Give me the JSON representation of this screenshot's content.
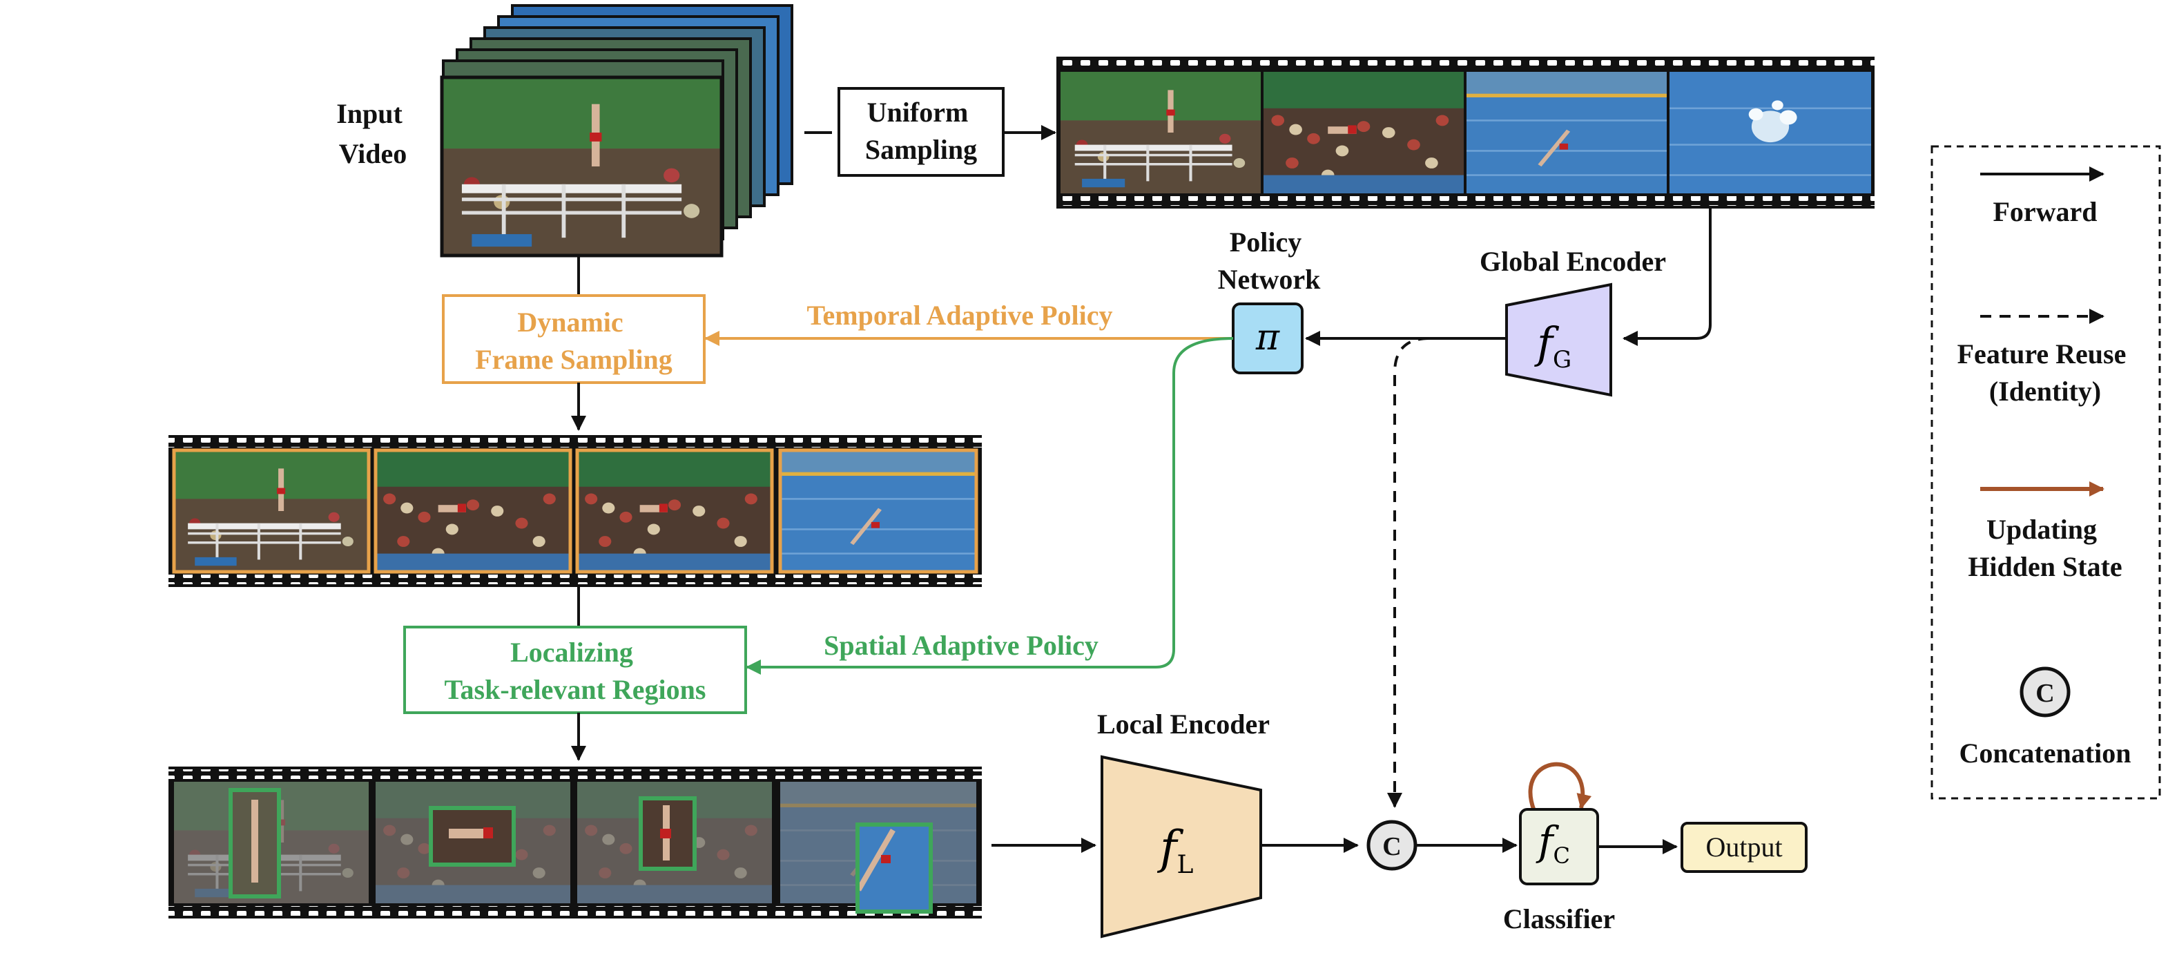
{
  "labels": {
    "input_video": [
      "Input",
      "Video"
    ],
    "uniform_sampling": [
      "Uniform",
      "Sampling"
    ],
    "policy_network": [
      "Policy",
      "Network"
    ],
    "global_encoder": "Global Encoder",
    "temporal_policy": "Temporal Adaptive Policy",
    "spatial_policy": "Spatial Adaptive Policy",
    "dynamic_frame_sampling": [
      "Dynamic",
      "Frame Sampling"
    ],
    "localizing": [
      "Localizing",
      "Task-relevant Regions"
    ],
    "local_encoder": "Local Encoder",
    "classifier": "Classifier",
    "output": "Output",
    "policy_symbol": "π",
    "concat_symbol": "C",
    "fg_main": "f",
    "fg_sub": "G",
    "fl_main": "f",
    "fl_sub": "L",
    "fc_main": "f",
    "fc_sub": "C"
  },
  "legend": {
    "forward": "Forward",
    "feature_reuse": [
      "Feature Reuse",
      "(Identity)"
    ],
    "hidden_state": [
      "Updating",
      "Hidden State"
    ],
    "concatenation": "Concatenation",
    "concat_symbol": "C"
  },
  "colors": {
    "temporal": "#E7A24A",
    "spatial": "#3FA65A",
    "hidden_state": "#A5532A",
    "policy_fill": "#A8DDF5",
    "global_encoder_fill": "#D8D4FA",
    "local_encoder_fill": "#F6DDB7",
    "classifier_fill": "#EEF1E4",
    "output_fill": "#FBF1C8",
    "concat_fill": "#E6E6E6"
  },
  "icons": {
    "video_frame": "diving-frame-thumbnail",
    "film_strip": "film-strip"
  }
}
